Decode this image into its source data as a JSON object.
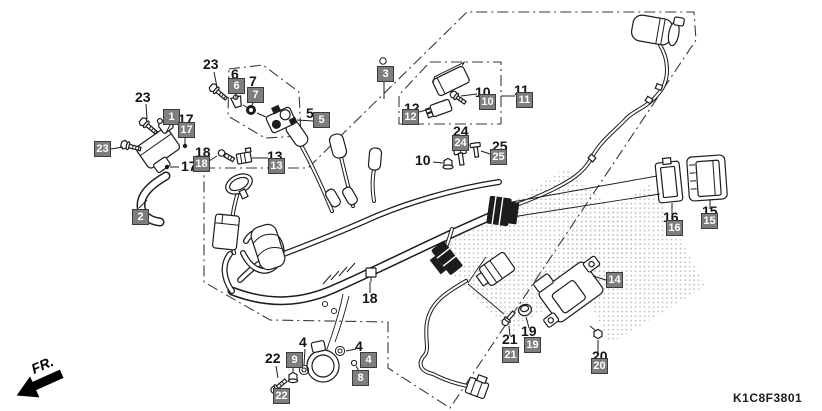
{
  "diagram": {
    "code": "K1C8F3801",
    "fr_label": "FR.",
    "colors": {
      "background": "#ffffff",
      "line_art": "#1c1c1c",
      "callout_box_bg": "#7e7e7e",
      "callout_box_border": "#3a3a3a",
      "callout_box_text": "#ffffff",
      "shadow_dots": "#bdbdbd"
    },
    "boxes": {
      "b1": "1",
      "b2": "2",
      "b3": "3",
      "b4": "4",
      "b5": "5",
      "b6": "6",
      "b7": "7",
      "b8": "8",
      "b9": "9",
      "b10": "10",
      "b11": "11",
      "b12": "12",
      "b13": "13",
      "b14": "14",
      "b15": "15",
      "b16": "16",
      "b17": "17",
      "b18": "18",
      "b19": "19",
      "b20": "20",
      "b21": "21",
      "b22": "22",
      "b23": "23",
      "b24": "24",
      "b25": "25"
    },
    "plain": {
      "p23_top": "23",
      "p23_left": "23",
      "p6": "6",
      "p7": "7",
      "p17_a": "17",
      "p17_b": "17",
      "p18_a": "18",
      "p18_b": "18",
      "p13": "13",
      "p5": "5",
      "p10_a": "10",
      "p10_b": "10",
      "p11": "11",
      "p12": "12",
      "p24": "24",
      "p25": "25",
      "p4_a": "4",
      "p4_b": "4",
      "p22": "22",
      "p21": "21",
      "p19": "19",
      "p20": "20",
      "p15": "15",
      "p16": "16"
    }
  }
}
